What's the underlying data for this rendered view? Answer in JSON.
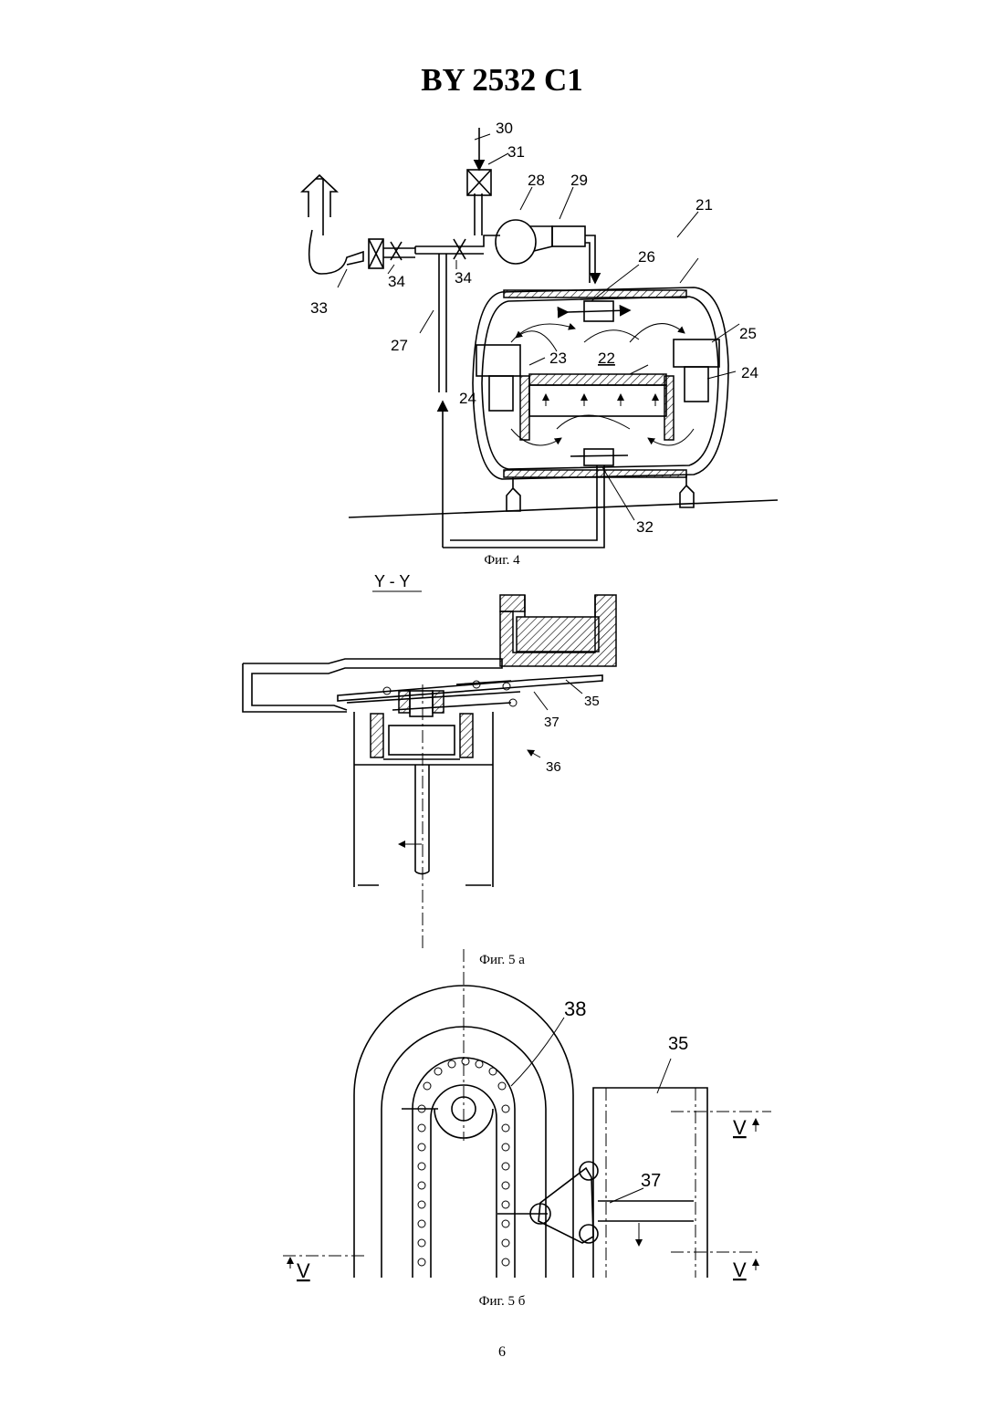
{
  "header": {
    "patent_number": "BY 2532 C1"
  },
  "figures": [
    {
      "caption": "Фиг. 4",
      "labels": [
        "21",
        "22",
        "23",
        "24",
        "24",
        "25",
        "26",
        "27",
        "28",
        "29",
        "30",
        "31",
        "32",
        "33",
        "34",
        "34"
      ]
    },
    {
      "caption": "Фиг. 5 а",
      "section_label": "Y - Y",
      "labels": [
        "35",
        "36",
        "37"
      ]
    },
    {
      "caption": "Фиг. 5 б",
      "labels": [
        "35",
        "37",
        "38",
        "V",
        "V",
        "V"
      ]
    }
  ],
  "footer": {
    "page_number": "6"
  }
}
